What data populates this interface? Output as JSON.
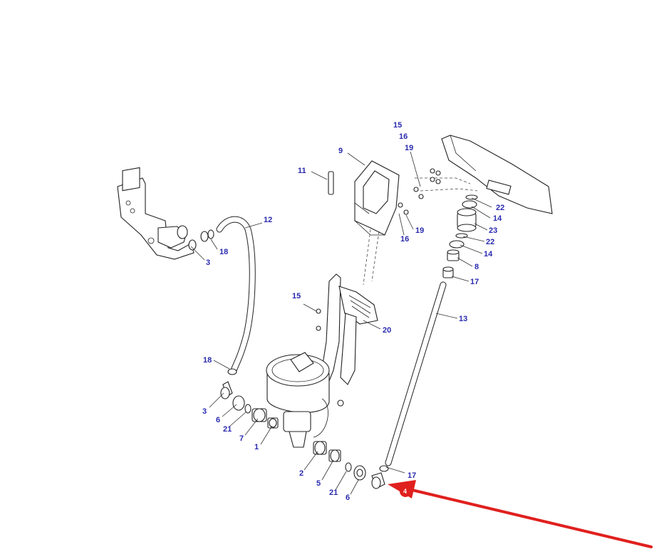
{
  "diagram": {
    "labels": {
      "l15_top": "15",
      "l16_top": "16",
      "l19_top": "19",
      "l9": "9",
      "l11": "11",
      "l12": "12",
      "l18_upper": "18",
      "l3_upper": "3",
      "l22_a": "22",
      "l14_a": "14",
      "l23": "23",
      "l22_b": "22",
      "l14_b": "14",
      "l8": "8",
      "l17_upper": "17",
      "l19_mid": "19",
      "l16_mid": "16",
      "l15_mid": "15",
      "l20": "20",
      "l13": "13",
      "l18_lower": "18",
      "l3_lower": "3",
      "l6_left": "6",
      "l21_left": "21",
      "l7": "7",
      "l1": "1",
      "l2": "2",
      "l5": "5",
      "l21_right": "21",
      "l6_right": "6",
      "l17_lower": "17"
    },
    "highlight": {
      "badge_label": "4",
      "color": "#e0201e"
    }
  }
}
